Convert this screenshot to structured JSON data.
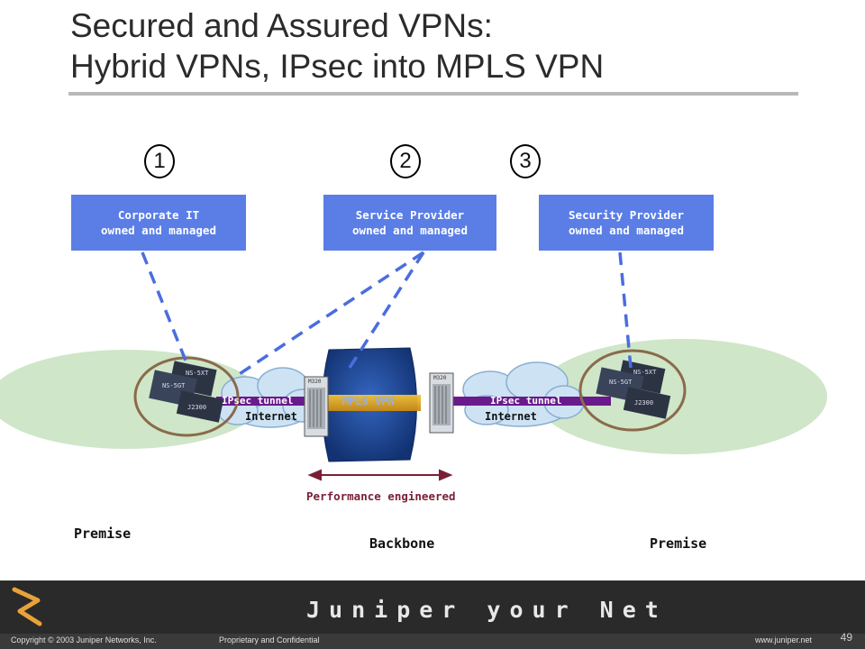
{
  "slide": {
    "title_line1": "Secured and Assured VPNs:",
    "title_line2": "Hybrid VPNs, IPsec into MPLS VPN",
    "page_number": "49"
  },
  "badges": [
    "1",
    "2",
    "3"
  ],
  "owner_boxes": [
    {
      "line1": "Corporate IT",
      "line2": "owned and managed"
    },
    {
      "line1": "Service Provider",
      "line2": "owned and managed"
    },
    {
      "line1": "Security Provider",
      "line2": "owned and managed"
    }
  ],
  "network": {
    "mpls_label": "MPLS VPN",
    "tunnel_left": "IPsec tunnel",
    "tunnel_right": "IPsec tunnel",
    "internet_left": "Internet",
    "internet_right": "Internet",
    "router_model": "M320",
    "device_labels": {
      "ns5xt": "NS-5XT",
      "ns5gt": "NS-5GT",
      "j2300": "J2300"
    },
    "performance_label": "Performance engineered"
  },
  "regions": {
    "premise_left": "Premise",
    "backbone": "Backbone",
    "premise_right": "Premise"
  },
  "footer": {
    "copyright": "Copyright © 2003 Juniper Networks, Inc.",
    "confidential": "Proprietary and Confidential",
    "url": "www.juniper.net",
    "brand": "Juniper your Net"
  },
  "colors": {
    "box_blue": "#5a7ee6",
    "dash_blue": "#4a6de0",
    "premise_green": "#cfe6c8",
    "mpls_navy": "#1a3f86",
    "tunnel_purple": "#6a1a8c",
    "performance_maroon": "#7a2036"
  }
}
